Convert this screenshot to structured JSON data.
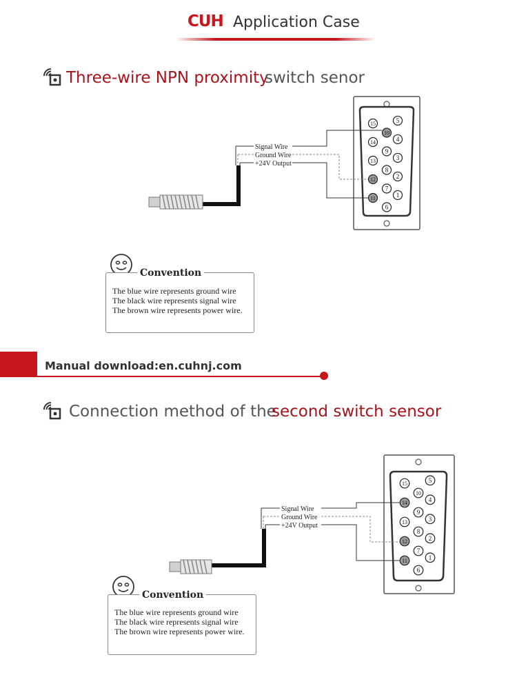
{
  "header": {
    "brand": "CUH",
    "title": "Application Case"
  },
  "section1": {
    "title_red": "Three-wire NPN proximity",
    "title_gray": "switch senor",
    "wire_labels": [
      "Signal Wire",
      "Ground Wire",
      "+24V Output"
    ],
    "pins_left": [
      "15",
      "14",
      "13",
      "12",
      "11"
    ],
    "pins_mid": [
      "10",
      "9",
      "8",
      "7",
      "6"
    ],
    "pins_right": [
      "5",
      "4",
      "3",
      "2",
      "1"
    ],
    "convention": {
      "title": "Convention",
      "lines": [
        "The blue wire represents ground wire",
        "The black wire represents signal wire",
        "The brown wire represents power wire."
      ]
    }
  },
  "banner": {
    "text": "Manual download:en.cuhnj.com"
  },
  "section2": {
    "title_gray": "Connection method of the",
    "title_red": "second switch sensor",
    "wire_labels": [
      "Signal Wire",
      "Ground Wire",
      "+24V Output"
    ],
    "pins_left": [
      "15",
      "14",
      "13",
      "12",
      "11"
    ],
    "pins_mid": [
      "10",
      "9",
      "8",
      "7",
      "6"
    ],
    "pins_right": [
      "5",
      "4",
      "3",
      "2",
      "1"
    ],
    "convention": {
      "title": "Convention",
      "lines": [
        "The blue wire represents ground wire",
        "The black wire represents signal wire",
        "The brown wire represents power wire."
      ]
    }
  },
  "colors": {
    "accent": "#c8161d",
    "title_red": "#a8121a",
    "highlight_pin": "#9a9a9a"
  },
  "icons": [
    "proximity-sensor-icon",
    "smiley-icon"
  ]
}
